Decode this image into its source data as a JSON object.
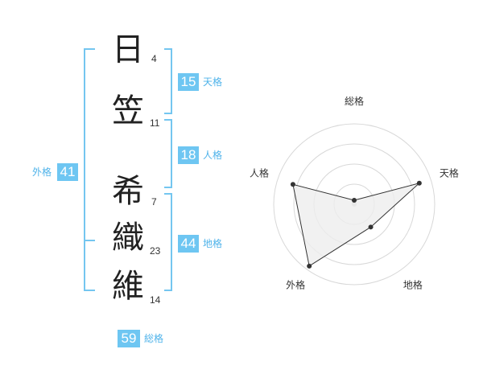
{
  "characters": [
    {
      "char": "日",
      "strokes": "4"
    },
    {
      "char": "笠",
      "strokes": "11"
    },
    {
      "char": "希",
      "strokes": "7"
    },
    {
      "char": "織",
      "strokes": "23"
    },
    {
      "char": "維",
      "strokes": "14"
    }
  ],
  "kaku": {
    "tenkaku": {
      "value": "15",
      "label": "天格"
    },
    "jinkaku": {
      "value": "18",
      "label": "人格"
    },
    "chikaku": {
      "value": "44",
      "label": "地格"
    },
    "gaikaku": {
      "value": "41",
      "label": "外格"
    },
    "soukaku": {
      "value": "59",
      "label": "総格"
    }
  },
  "colors": {
    "accent": "#6ec6f2",
    "radar_fill": "#eeeeee",
    "radar_line": "#333333"
  },
  "chart_data": {
    "type": "radar",
    "axes": [
      "総格",
      "天格",
      "地格",
      "外格",
      "人格"
    ],
    "values": [
      0.05,
      0.85,
      0.35,
      0.95,
      0.8
    ],
    "rings": 4,
    "range": [
      0,
      1
    ]
  }
}
